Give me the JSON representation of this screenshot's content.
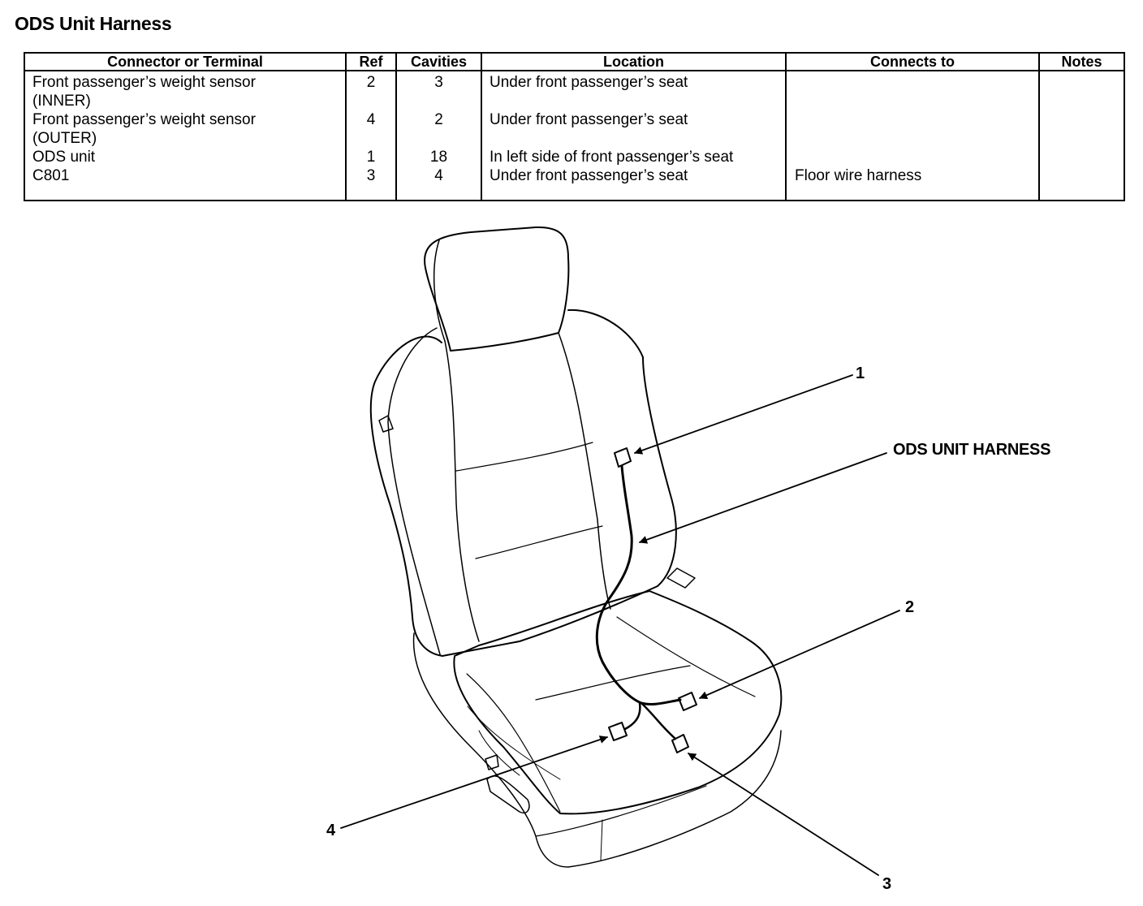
{
  "title": "ODS Unit Harness",
  "table": {
    "headers": [
      "Connector or Terminal",
      "Ref",
      "Cavities",
      "Location",
      "Connects to",
      "Notes"
    ],
    "rows": [
      {
        "name": "Front passenger’s weight sensor (INNER)",
        "ref": "2",
        "cavities": "3",
        "location": "Under front passenger’s seat",
        "connects_to": "",
        "notes": ""
      },
      {
        "name": "Front passenger’s weight sensor (OUTER)",
        "ref": "4",
        "cavities": "2",
        "location": "Under front passenger’s seat",
        "connects_to": "",
        "notes": ""
      },
      {
        "name": "ODS unit",
        "ref": "1",
        "cavities": "18",
        "location": "In left side of front passenger’s seat",
        "connects_to": "",
        "notes": ""
      },
      {
        "name": "C801",
        "ref": "3",
        "cavities": "4",
        "location": "Under front passenger’s seat",
        "connects_to": "Floor wire harness",
        "notes": ""
      }
    ]
  },
  "diagram": {
    "callout_1": "1",
    "callout_2": "2",
    "callout_3": "3",
    "callout_4": "4",
    "harness_label": "ODS UNIT HARNESS"
  }
}
